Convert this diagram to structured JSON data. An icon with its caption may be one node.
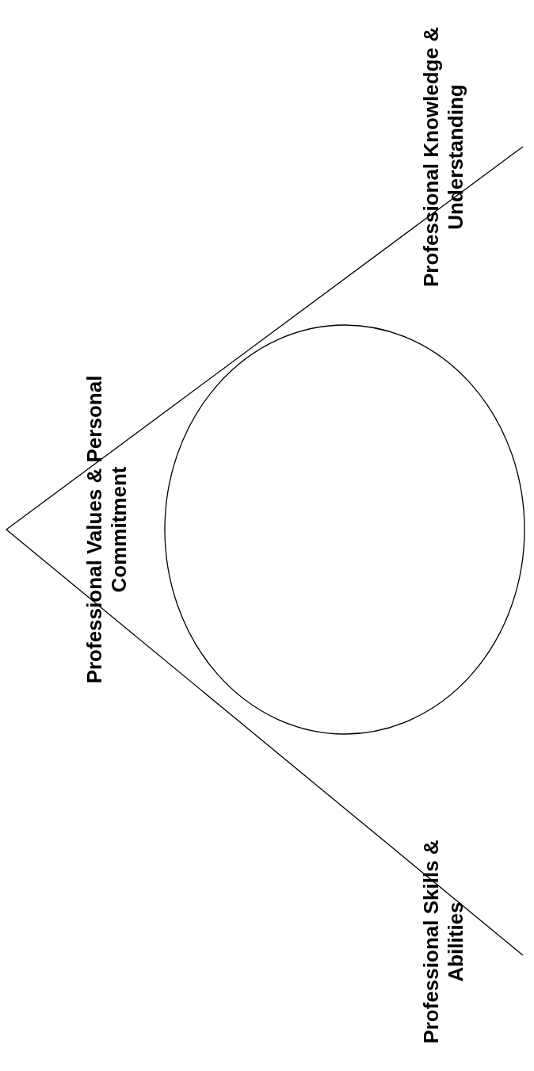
{
  "diagram": {
    "labels": [
      "Professional Knowledge & Understanding",
      "Professional Values & Personal Commitment",
      "Professional Skills & Abilities"
    ]
  }
}
